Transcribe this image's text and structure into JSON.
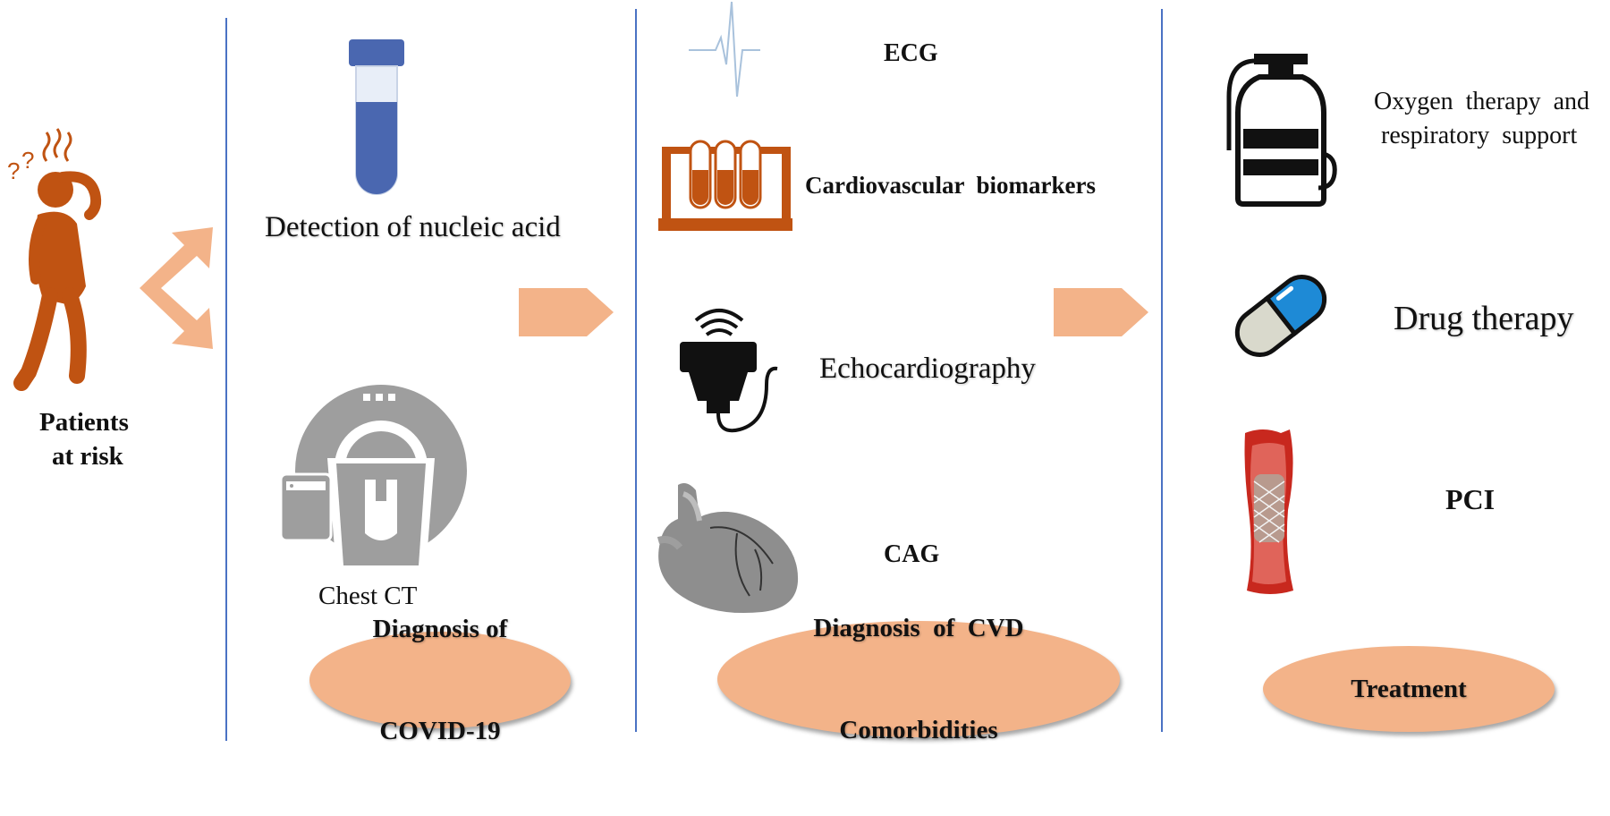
{
  "patients": {
    "line1": "Patients",
    "line2": "at risk"
  },
  "covid": {
    "nucleic_label": "Detection of nucleic acid",
    "ct_label": "Chest CT",
    "stage_line1": "Diagnosis of",
    "stage_line2": "COVID-19"
  },
  "cvd": {
    "ecg_label": "ECG",
    "biomarkers_label": "Cardiovascular  biomarkers",
    "echo_label": "Echocardiography",
    "cag_label": "CAG",
    "stage_line1": "Diagnosis  of  CVD",
    "stage_line2": "Comorbidities"
  },
  "treatment": {
    "oxygen_line1": "Oxygen  therapy  and",
    "oxygen_line2": "respiratory  support",
    "drug_label": "Drug therapy",
    "pci_label": "PCI",
    "stage_label": "Treatment"
  },
  "colors": {
    "accent_orange": "#c05312",
    "arrow_peach": "#f3b389",
    "divider_blue": "#4a72c4",
    "tube_blue": "#4a67b0"
  },
  "icons": [
    "person-at-risk-icon",
    "test-tube-icon",
    "ct-scanner-icon",
    "ecg-wave-icon",
    "biomarker-rack-icon",
    "ultrasound-probe-icon",
    "heart-icon",
    "oxygen-tank-icon",
    "capsule-icon",
    "stent-vessel-icon",
    "right-arrow-icon",
    "split-arrow-icon"
  ]
}
